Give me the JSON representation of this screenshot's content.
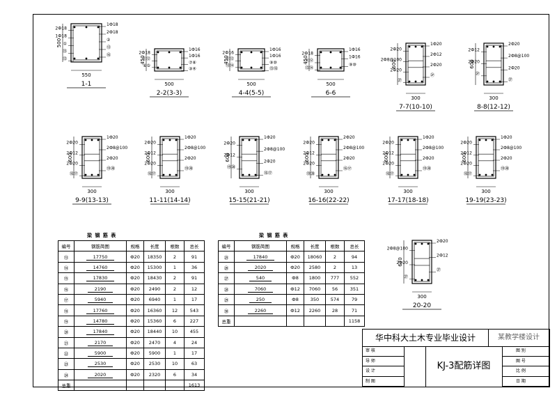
{
  "sections": [
    {
      "name": "1-1",
      "w": "550",
      "h": "500",
      "bars": [
        "1Ф18",
        "2Ф18",
        "2Ф18",
        "1Ф18",
        "②",
        "①",
        "⑬",
        "⑮",
        "⑯",
        "⑬"
      ]
    },
    {
      "name": "2-2(3-3)",
      "w": "500",
      "h": "450",
      "bars": [
        "1Ф16",
        "2Ф18",
        "1Ф16",
        "⑪⑫",
        "⑦⑧",
        "⑥⑤",
        "③④"
      ]
    },
    {
      "name": "4-4(5-5)",
      "w": "500",
      "h": "450",
      "bars": [
        "1Ф16",
        "2Ф16",
        "1Ф16",
        "⑪⑫",
        "⑨⑩",
        "⑬⑭",
        "⑮⑯"
      ]
    },
    {
      "name": "6-6",
      "w": "500",
      "h": "450",
      "bars": [
        "1Ф16",
        "2Ф18",
        "1Ф16",
        "⑪⑫",
        "⑨⑩",
        "⑬⑭"
      ]
    },
    {
      "name": "7-7(10-10)",
      "w": "300",
      "h": "600",
      "bars": [
        "1Ф20",
        "2Ф20",
        "2Ф12",
        "2Ф8@100",
        "2Ф20",
        "2Ф20",
        "㉗",
        "㉗"
      ]
    },
    {
      "name": "8-8(12-12)",
      "w": "300",
      "h": "600",
      "bars": [
        "2Ф20",
        "2Ф12",
        "2Ф8@100",
        "2Ф20",
        "2Ф20",
        "㉗",
        "㉗"
      ]
    },
    {
      "name": "9-9(13-13)",
      "w": "300",
      "h": "600",
      "bars": [
        "1Ф20",
        "2Ф20",
        "2Ф8@100",
        "2Ф12",
        "2Ф20",
        "2Ф20",
        "⑲⑳",
        "⑯⑰"
      ]
    },
    {
      "name": "11-11(14-14)",
      "w": "300",
      "h": "600",
      "bars": [
        "1Ф20",
        "2Ф20",
        "2Ф8@100",
        "2Ф12",
        "2Ф20",
        "2Ф20",
        "⑲⑳",
        "⑯⑰"
      ]
    },
    {
      "name": "15-15(21-21)",
      "w": "300",
      "h": "600",
      "bars": [
        "1Ф20",
        "2Ф20",
        "2Ф8@100",
        "2Ф12",
        "2Ф20",
        "⑲⑳",
        "⑯⑰"
      ]
    },
    {
      "name": "16-16(22-22)",
      "w": "300",
      "h": "600",
      "bars": [
        "2Ф20",
        "2Ф20",
        "2Ф8@100",
        "2Ф12",
        "2Ф20",
        "2Ф20",
        "⑯⑰",
        "⑲⑳"
      ]
    },
    {
      "name": "17-17(18-18)",
      "w": "300",
      "h": "600",
      "bars": [
        "1Ф20",
        "2Ф20",
        "2Ф8@100",
        "2Ф12",
        "2Ф20",
        "2Ф20",
        "⑲⑳",
        "⑯⑰"
      ]
    },
    {
      "name": "19-19(23-23)",
      "w": "300",
      "h": "600",
      "bars": [
        "1Ф20",
        "2Ф20",
        "2Ф8@100",
        "2Ф12",
        "2Ф20",
        "2Ф20",
        "⑲⑳",
        "⑯⑰"
      ]
    },
    {
      "name": "20-20",
      "w": "300",
      "h": "670",
      "bars": [
        "2Ф20",
        "2Ф8@100",
        "2Ф12",
        "2Ф20",
        "㉗",
        "㉗"
      ]
    }
  ],
  "table_left": {
    "caption": "梁 钢 筋 表",
    "headers": [
      "编号",
      "钢筋简图",
      "规格",
      "长度",
      "根数",
      "总长"
    ],
    "rows": [
      [
        "⑬",
        "17750",
        "Ф20",
        "18350",
        "2",
        "91"
      ],
      [
        "⑭",
        "14760",
        "Ф20",
        "15300",
        "1",
        "36"
      ],
      [
        "⑮",
        "17830",
        "Ф20",
        "18430",
        "2",
        "91"
      ],
      [
        "⑯",
        "2190",
        "Ф20",
        "2490",
        "2",
        "12"
      ],
      [
        "⑰",
        "5940",
        "Ф20",
        "6940",
        "1",
        "17"
      ],
      [
        "⑱",
        "17760",
        "Ф20",
        "16360",
        "12",
        "543"
      ],
      [
        "⑲",
        "14780",
        "Ф20",
        "15360",
        "6",
        "227"
      ],
      [
        "⑳",
        "17840",
        "Ф20",
        "18440",
        "10",
        "455"
      ],
      [
        "㉑",
        "2170",
        "Ф20",
        "2470",
        "4",
        "24"
      ],
      [
        "㉒",
        "5900",
        "Ф20",
        "5900",
        "1",
        "17"
      ],
      [
        "㉓",
        "2530",
        "Ф20",
        "2530",
        "10",
        "63"
      ],
      [
        "㉔",
        "2020",
        "Ф20",
        "2320",
        "6",
        "34"
      ],
      [
        "总重",
        "",
        "",
        "",
        "",
        "1613"
      ]
    ]
  },
  "table_right": {
    "caption": "梁 钢 筋 表",
    "headers": [
      "编号",
      "钢筋简图",
      "规格",
      "长度",
      "根数",
      "总长"
    ],
    "rows": [
      [
        "㉕",
        "17840",
        "Ф20",
        "18060",
        "2",
        "94"
      ],
      [
        "㉖",
        "2020",
        "Ф20",
        "2580",
        "2",
        "13"
      ],
      [
        "㉗",
        "540",
        "Ф8",
        "1800",
        "777",
        "552"
      ],
      [
        "㉘",
        "7060",
        "Ф12",
        "7060",
        "56",
        "351"
      ],
      [
        "㉙",
        "250",
        "Ф8",
        "350",
        "574",
        "79"
      ],
      [
        "㉚",
        "2260",
        "Ф12",
        "2260",
        "28",
        "71"
      ],
      [
        "总重",
        "",
        "",
        "",
        "",
        "1158"
      ]
    ]
  },
  "title_block": {
    "school": "华中科大土木专业毕业设计",
    "department": "某教学楼设计",
    "roles": [
      "审 核",
      "导 师",
      "设 计",
      "制 图"
    ],
    "drawing_title": "KJ-3配筋详图",
    "meta": [
      "图 别",
      "图 号",
      "比 例",
      "日 期"
    ]
  }
}
